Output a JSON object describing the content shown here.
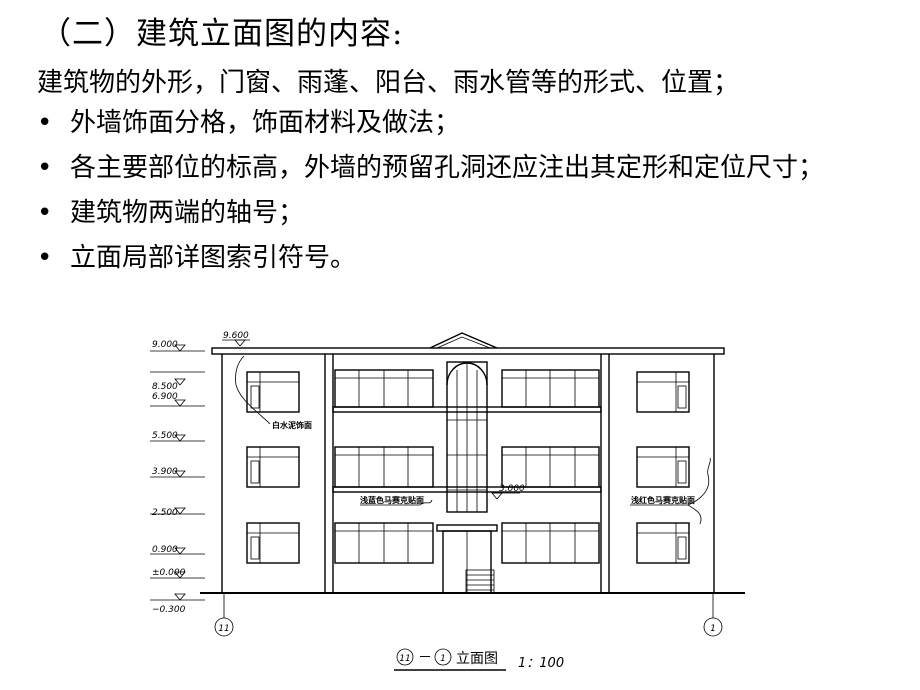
{
  "slide": {
    "title": "（二）建筑立面图的内容:",
    "intro": "建筑物的外形，门窗、雨蓬、阳台、雨水管等的形式、位置；",
    "bullets": [
      "外墙饰面分格，饰面材料及做法；",
      "各主要部位的标高，外墙的预留孔洞还应注出其定形和定位尺寸；",
      "建筑物两端的轴号；",
      "立面局部详图索引符号。"
    ],
    "bullet_symbol": "•"
  },
  "drawing": {
    "levels": [
      "9.000",
      "8.500",
      "6.900",
      "5.500",
      "3.900",
      "2.500",
      "0.900",
      "±0.000",
      "−0.300"
    ],
    "roof_level": "9.600",
    "canopy_level": "3.000",
    "notes": {
      "white": "白水泥饰面",
      "blue": "浅蓝色马赛克贴面",
      "red": "浅红色马赛克贴面"
    },
    "axis_left": "11",
    "axis_right": "1",
    "caption": {
      "axis_from": "11",
      "dash": "－",
      "axis_to": "1",
      "name": "立面图",
      "scale": "1：100"
    }
  }
}
